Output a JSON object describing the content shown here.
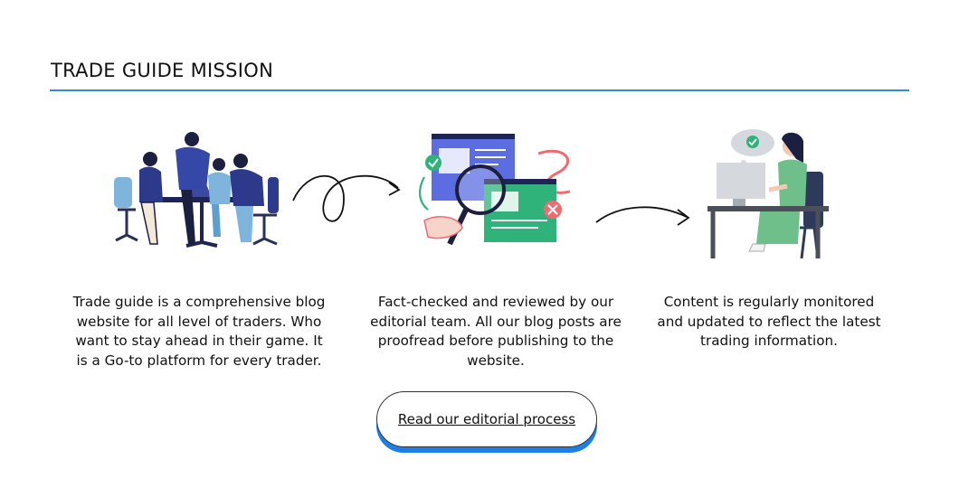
{
  "section": {
    "title": "TRADE GUIDE MISSION"
  },
  "columns": [
    {
      "illustration": "team-meeting-icon",
      "lines": [
        "Trade guide is a comprehensive blog",
        "website for all level of traders. Who",
        "want to stay ahead in their game. It",
        "is a Go-to platform for every trader."
      ]
    },
    {
      "illustration": "fact-check-magnifier-icon",
      "lines": [
        "Fact-checked and reviewed by our",
        "editorial team. All our blog posts are",
        "proofread before publishing to the",
        "website."
      ]
    },
    {
      "illustration": "person-at-computer-icon",
      "lines": [
        "Content is regularly monitored",
        "and updated to reflect the latest",
        "trading information."
      ]
    }
  ],
  "cta": {
    "label": "Read our editorial process"
  },
  "colors": {
    "accent": "#2f8be6",
    "navy": "#2d3a8c",
    "green": "#2fb37a",
    "pink": "#ee6b72"
  }
}
